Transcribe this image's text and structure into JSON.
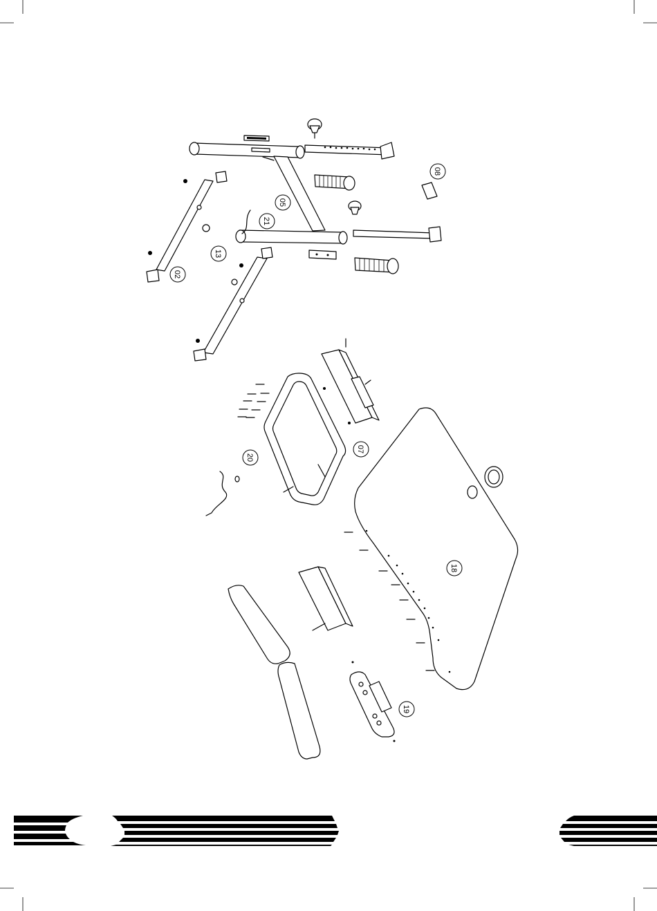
{
  "diagram": {
    "callouts": [
      {
        "id": "c02",
        "label": "02"
      },
      {
        "id": "c05",
        "label": "05"
      },
      {
        "id": "c07",
        "label": "07"
      },
      {
        "id": "c08",
        "label": "08"
      },
      {
        "id": "c13",
        "label": "13"
      },
      {
        "id": "c18",
        "label": "18"
      },
      {
        "id": "c19",
        "label": "19"
      },
      {
        "id": "c20",
        "label": "20"
      },
      {
        "id": "c21",
        "label": "21"
      }
    ]
  },
  "colors": {
    "ink": "#000000",
    "paper": "#ffffff"
  }
}
